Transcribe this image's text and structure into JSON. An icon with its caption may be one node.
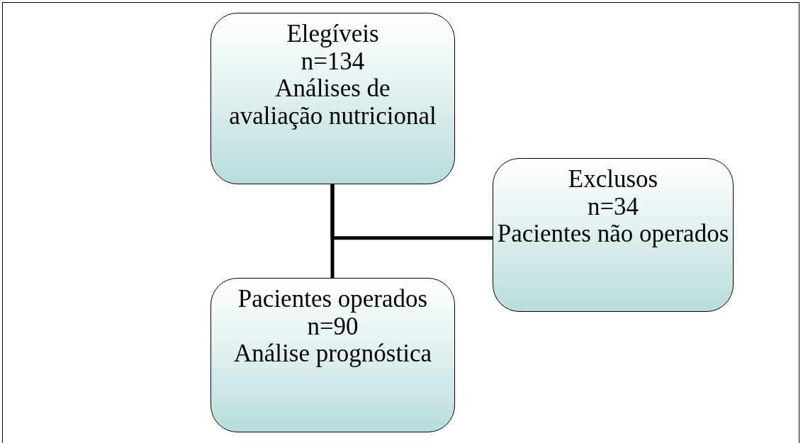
{
  "diagram": {
    "nodes": [
      {
        "text": [
          "Elegíveis",
          "n=134",
          "Análises de avaliação nutricional"
        ]
      },
      {
        "text": [
          "Exclusos",
          "n=34",
          "Pacientes não operados"
        ]
      },
      {
        "text": [
          "Pacientes operados",
          "n=90",
          "Análise prognóstica"
        ]
      }
    ],
    "edges": [
      {
        "from": 0,
        "to": 1,
        "arrow": "none"
      },
      {
        "from": 0,
        "to": 2,
        "arrow": "none"
      }
    ]
  }
}
